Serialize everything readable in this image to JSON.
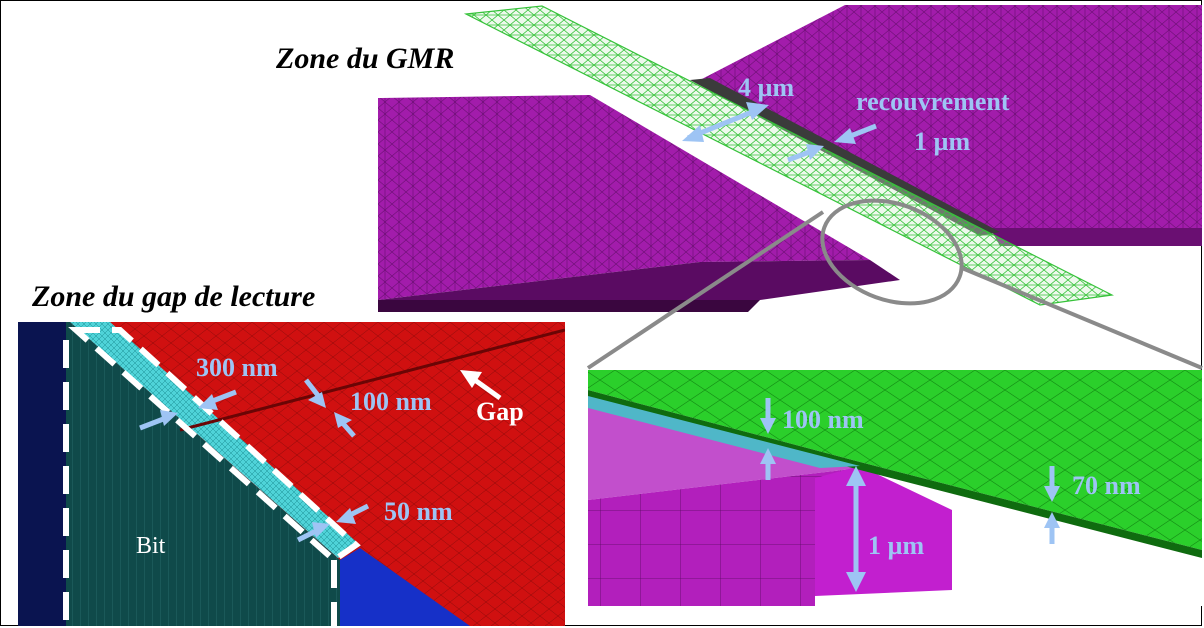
{
  "titles": {
    "gmr_zone": "Zone du GMR",
    "gap_zone": "Zone du gap de lecture"
  },
  "gmr_panel": {
    "width_label": "4 µm",
    "overlap_label_line1": "recouvrement",
    "overlap_label_line2": "1 µm"
  },
  "gap_panel": {
    "label_300": "300 nm",
    "label_100": "100 nm",
    "label_50": "50 nm",
    "gap_label": "Gap",
    "bit_label": "Bit"
  },
  "zoom_panel": {
    "label_100": "100 nm",
    "label_70": "70 nm",
    "label_1um": "1 µm"
  },
  "colors": {
    "magenta": "#a21cab",
    "mesh_green": "#7cf07c",
    "red": "#d01010",
    "dark_teal": "#0f4a4a",
    "navy": "#0a1450",
    "cyan": "#4fd3d8",
    "green": "#2bcf2b",
    "arrow_blue": "#9ec4f4"
  }
}
